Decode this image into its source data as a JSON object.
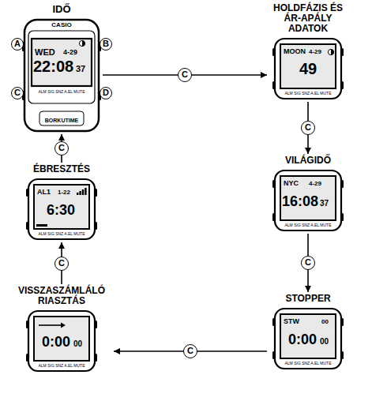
{
  "diagram": {
    "nodes": [
      {
        "text": [
          "IDŐ",
          "CASIO",
          "WED",
          "4-29",
          "22:08",
          "37",
          "ALM SIG SNZ A.EL MUTE",
          "BORKUTIME"
        ]
      },
      {
        "text": [
          "HOLDFÁZIS ÉS ÁR-APÁLY ADATOK",
          "MOON",
          "4-29",
          "49",
          "ALM SIG SNZ A.EL MUTE"
        ]
      },
      {
        "text": [
          "VILÁGIDŐ",
          "NYC",
          "4-29",
          "16:08",
          "37",
          "ALM SIG SNZ A.EL MUTE"
        ]
      },
      {
        "text": [
          "STOPPER",
          "STW",
          "00",
          "0:00",
          "00",
          "ALM SIG SNZ A.EL MUTE"
        ]
      },
      {
        "text": [
          "VISSZASZÁMLÁLÓ RIASZTÁS",
          "0:00",
          "00",
          "ALM SIG SNZ A.EL MUTE"
        ]
      },
      {
        "text": [
          "ÉBRESZTÉS",
          "AL1",
          "1-22",
          "6:30",
          "ALM SIG SNZ A.EL MUTE"
        ]
      }
    ],
    "edges": [
      {
        "from": 0,
        "to": 1,
        "label": "C",
        "arrow": "to"
      },
      {
        "from": 1,
        "to": 2,
        "label": "C",
        "arrow": "to"
      },
      {
        "from": 2,
        "to": 3,
        "label": "C",
        "arrow": "to"
      },
      {
        "from": 3,
        "to": 4,
        "label": "C",
        "arrow": "to"
      },
      {
        "from": 4,
        "to": 5,
        "label": "C",
        "arrow": "to"
      },
      {
        "from": 5,
        "to": 0,
        "label": "C",
        "arrow": "to"
      }
    ],
    "labels": [
      "A",
      "B",
      "C",
      "D"
    ]
  }
}
